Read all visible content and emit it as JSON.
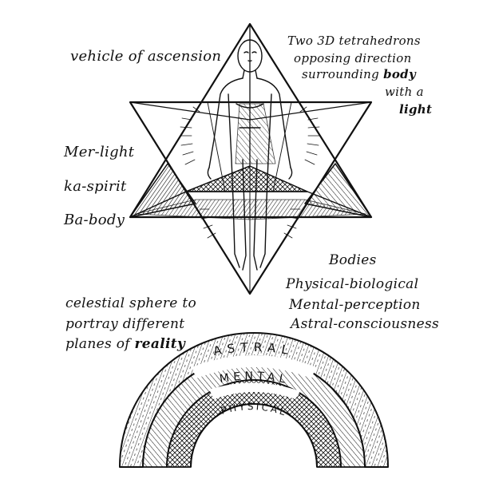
{
  "labels": {
    "vehicle": "vehicle of ascension",
    "tetra_1": "Two 3D tetrahedrons",
    "tetra_2": "opposing direction",
    "tetra_3": "surrounding",
    "tetra_3b": "body",
    "tetra_4": "with a",
    "tetra_5": "light",
    "mer": "Mer-light",
    "ka": "ka-spirit",
    "ba": "Ba-body",
    "bodies_title": "Bodies",
    "bodies_physical": "Physical-biological",
    "bodies_mental": "Mental-perception",
    "bodies_astral": "Astral-consciousness",
    "celestial_1": "celestial sphere to",
    "celestial_2": "portray different",
    "celestial_3": "planes of",
    "celestial_3b": "reality"
  },
  "arcs": {
    "astral": "ASTRAL",
    "mental": "MENTAL",
    "physical": "PHYSICAL"
  },
  "colors": {
    "ink": "#111111",
    "paper": "#ffffff"
  }
}
